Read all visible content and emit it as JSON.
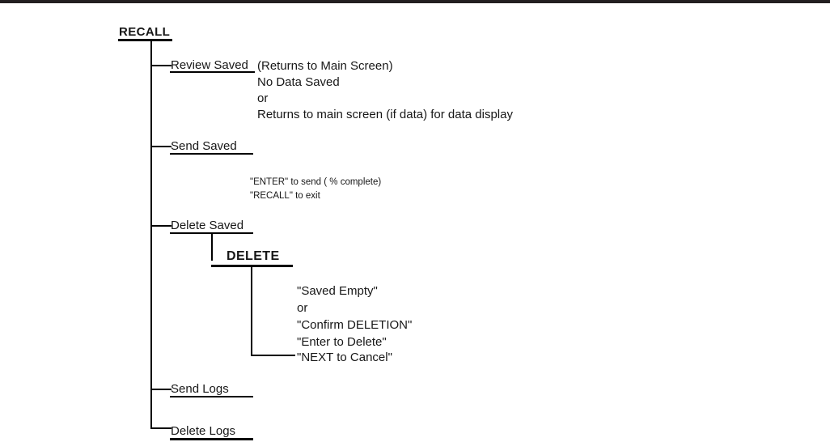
{
  "diagram": {
    "root": {
      "label": "RECALL"
    },
    "branches": [
      {
        "label": "Review Saved",
        "notes": [
          "(Returns to Main Screen)",
          "No Data Saved",
          "or",
          "Returns to main screen (if data) for data display"
        ]
      },
      {
        "label": "Send Saved",
        "notes": [
          "\"ENTER\" to send (  % complete)",
          "\"RECALL\" to exit"
        ]
      },
      {
        "label": "Delete Saved",
        "child": {
          "label": "DELETE",
          "notes": [
            "\"Saved Empty\"",
            "or",
            "\"Confirm DELETION\"",
            "\"Enter to Delete\"",
            "\"NEXT to Cancel\""
          ]
        }
      },
      {
        "label": "Send Logs"
      },
      {
        "label": "Delete Logs"
      }
    ]
  },
  "colors": {
    "line": "#000000",
    "text": "#171717",
    "rule": "#231f20"
  }
}
